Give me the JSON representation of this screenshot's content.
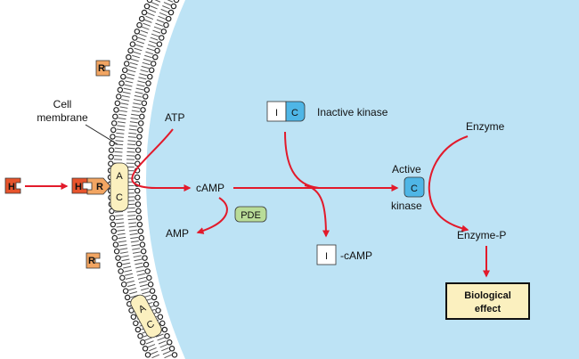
{
  "labels": {
    "cell_membrane_line1": "Cell",
    "cell_membrane_line2": "membrane",
    "atp": "ATP",
    "camp": "cAMP",
    "amp": "AMP",
    "pde": "PDE",
    "inactive_kinase": "Inactive kinase",
    "active_line1": "Active",
    "active_line2": "kinase",
    "i_camp": "-cAMP",
    "enzyme": "Enzyme",
    "enzyme_p": "Enzyme-P",
    "biological_line1": "Biological",
    "biological_line2": "effect"
  },
  "glyphs": {
    "h": "H",
    "r": "R",
    "a": "A",
    "c": "C",
    "i": "I"
  },
  "colors": {
    "cytoplasm": "#bde3f5",
    "arrow": "#e21a2b",
    "hormone": "#e8542c",
    "receptor": "#f2a562",
    "adenylyl_cyclase": "#fbf0bf",
    "pde": "#b9dc98",
    "kinase_catalytic": "#4fb6e6",
    "effect_box": "#fbf0bf"
  }
}
